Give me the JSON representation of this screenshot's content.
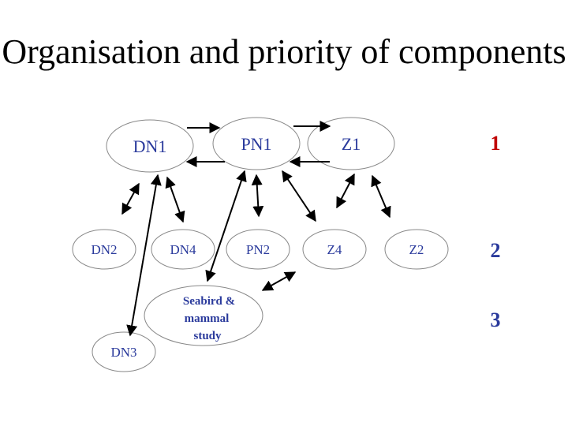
{
  "title": "Organisation and priority of components",
  "nodes": {
    "dn1": "DN1",
    "pn1": "PN1",
    "z1": "Z1",
    "dn2": "DN2",
    "dn4": "DN4",
    "pn2": "PN2",
    "z4": "Z4",
    "z2": "Z2",
    "dn3": "DN3",
    "seabird": [
      "Seabird &",
      "mammal",
      "study"
    ]
  },
  "priorities": {
    "p1": "1",
    "p2": "2",
    "p3": "3"
  },
  "colors": {
    "node_text": "#2a3a9c",
    "priority_1": "#c00000",
    "priority_2_3": "#2a3a9c",
    "lines": "#000000"
  }
}
